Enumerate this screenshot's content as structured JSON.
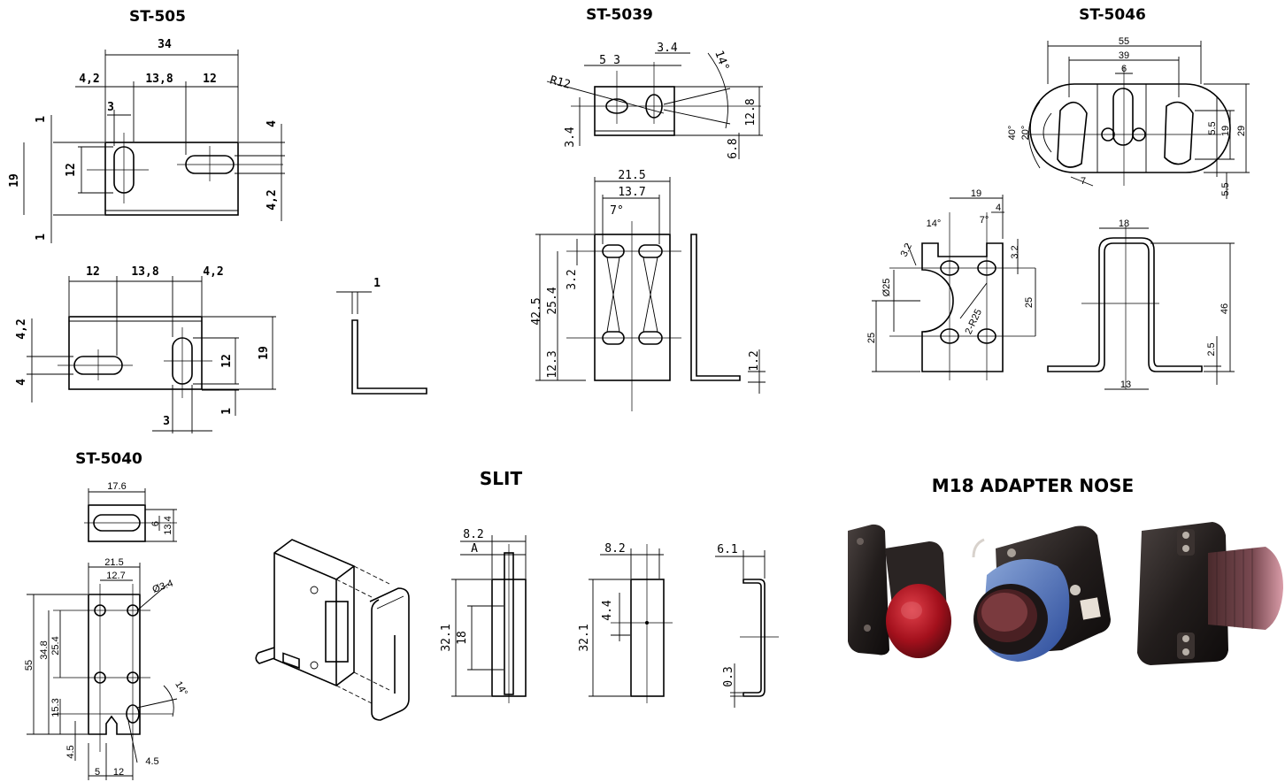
{
  "titles": {
    "st505": "ST-505",
    "st5039": "ST-5039",
    "st5046": "ST-5046",
    "st5040": "ST-5040",
    "slit": "SLIT",
    "m18": "M18 ADAPTER NOSE"
  },
  "st505": {
    "top": {
      "total": "34",
      "left": "4,2",
      "mid": "13,8",
      "right": "12",
      "slot_w": "3",
      "h_top": "1",
      "h_total": "19",
      "slot_len": "12",
      "h_bot": "1",
      "r_top": "4",
      "r_bot": "4,2"
    },
    "bottom": {
      "left": "12",
      "mid": "13,8",
      "right": "4,2",
      "h_top": "4,2",
      "h_bot": "4",
      "slot_len": "12",
      "h_total": "19",
      "b1": "1",
      "slot_w": "3"
    },
    "side": {
      "thk": "1"
    }
  },
  "st5039": {
    "top": {
      "d1": "5",
      "d2": "3",
      "d3": "3.4",
      "angle": "14°",
      "radius": "R12",
      "h": "12.8",
      "left": "3.4",
      "bot": "6.8"
    },
    "front": {
      "w": "21.5",
      "w2": "13.7",
      "angle": "7°",
      "h_total": "42.5",
      "h_mid": "25.4",
      "h_slot": "3.2",
      "h_bot": "12.3"
    },
    "side": {
      "thk": "1.2"
    }
  },
  "st5046": {
    "top": {
      "w": "55",
      "w2": "39",
      "w3": "6",
      "ang1": "40°",
      "ang2": "20°",
      "h1": "5.5",
      "h2": "19",
      "h3": "29",
      "h4": "5.5",
      "slot": "7"
    },
    "front": {
      "w": "19",
      "a1": "14°",
      "a2": "7°",
      "d4": "4",
      "slot": "3.2",
      "slot_r": "3.2",
      "dia": "Ø25",
      "r": "2-R25",
      "h_r": "25",
      "h_l": "25"
    },
    "side": {
      "w": "18",
      "h": "46",
      "t": "2.5",
      "bw": "13"
    }
  },
  "st5040": {
    "top": {
      "w": "17.6",
      "h1": "6",
      "h2": "13.4"
    },
    "front": {
      "w": "21.5",
      "w2": "12.7",
      "hole": "Ø3.4",
      "h_total": "55",
      "h2": "34.8",
      "h3": "25.4",
      "h4": "15.3",
      "h5": "4.5",
      "angle": "14°",
      "slot": "4.5",
      "b1": "5",
      "b2": "12"
    }
  },
  "slit": {
    "v1": {
      "w": "8.2",
      "label": "A",
      "h": "32.1",
      "h2": "18"
    },
    "v2": {
      "w": "8.2",
      "h": "32.1",
      "h2": "4.4"
    },
    "v3": {
      "w": "6.1",
      "t": "0.3"
    }
  }
}
